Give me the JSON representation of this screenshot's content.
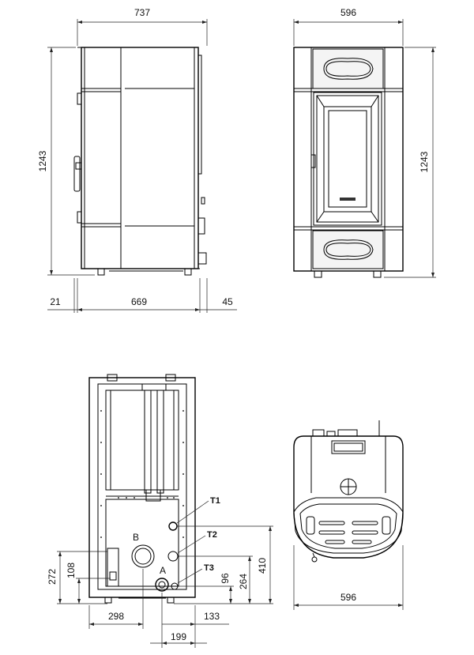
{
  "views": {
    "side": {
      "dim_width": "737",
      "dim_height": "1243",
      "dim_left": "21",
      "dim_body": "669",
      "dim_right": "45"
    },
    "front": {
      "dim_width": "596",
      "dim_height": "1243"
    },
    "rear": {
      "label_T1": "T1",
      "label_T2": "T2",
      "label_T3": "T3",
      "label_A": "A",
      "label_B": "B",
      "dim_272": "272",
      "dim_108": "108",
      "dim_96": "96",
      "dim_264": "264",
      "dim_410": "410",
      "dim_298": "298",
      "dim_133": "133",
      "dim_199": "199"
    },
    "top": {
      "dim_width": "596"
    }
  }
}
